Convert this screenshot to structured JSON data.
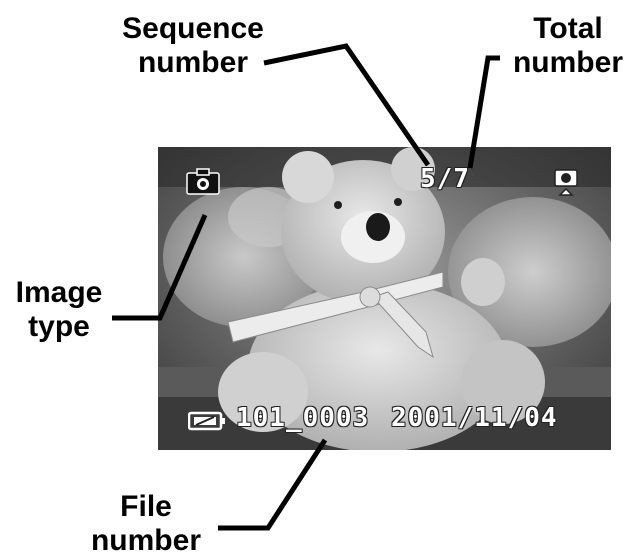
{
  "callouts": {
    "sequence_line1": "Sequence",
    "sequence_line2": "number",
    "total_line1": "Total",
    "total_line2": "number",
    "image_line1": "Image",
    "image_line2": "type",
    "file_line1": "File",
    "file_line2": "number"
  },
  "screen": {
    "sequence_display": "5/7",
    "file_number": "101_0003",
    "date": "2001/11/04",
    "icons": {
      "image_type": "camera-icon",
      "protect": "protect-icon",
      "battery": "battery-icon"
    }
  }
}
